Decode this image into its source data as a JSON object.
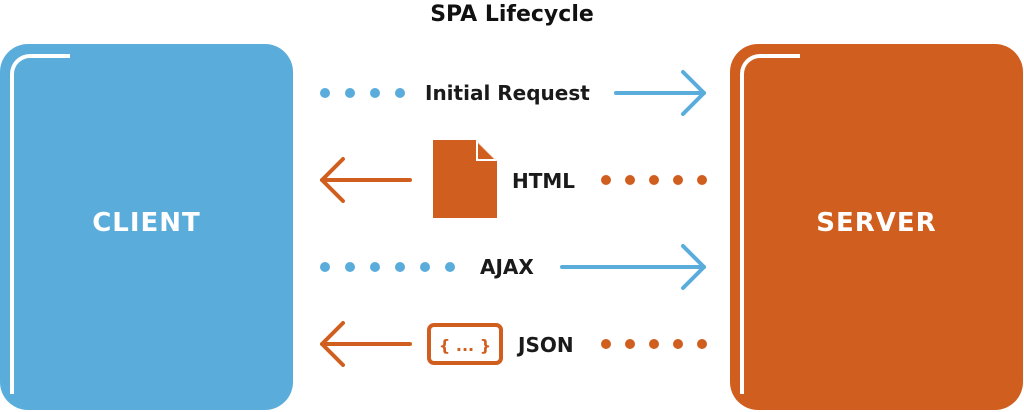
{
  "title": "SPA Lifecycle",
  "client": {
    "label": "CLIENT"
  },
  "server": {
    "label": "SERVER"
  },
  "flows": [
    {
      "label": "Initial Request",
      "direction": "client-to-server"
    },
    {
      "label": "HTML",
      "direction": "server-to-client",
      "icon": "document-icon"
    },
    {
      "label": "AJAX",
      "direction": "client-to-server"
    },
    {
      "label": "JSON",
      "direction": "server-to-client",
      "icon": "json-braces-icon",
      "icon_text": "{ ... }"
    }
  ],
  "colors": {
    "client": "#5aacdb",
    "server": "#d05f1f",
    "text": "#1a1a1a",
    "background": "#ffffff"
  }
}
